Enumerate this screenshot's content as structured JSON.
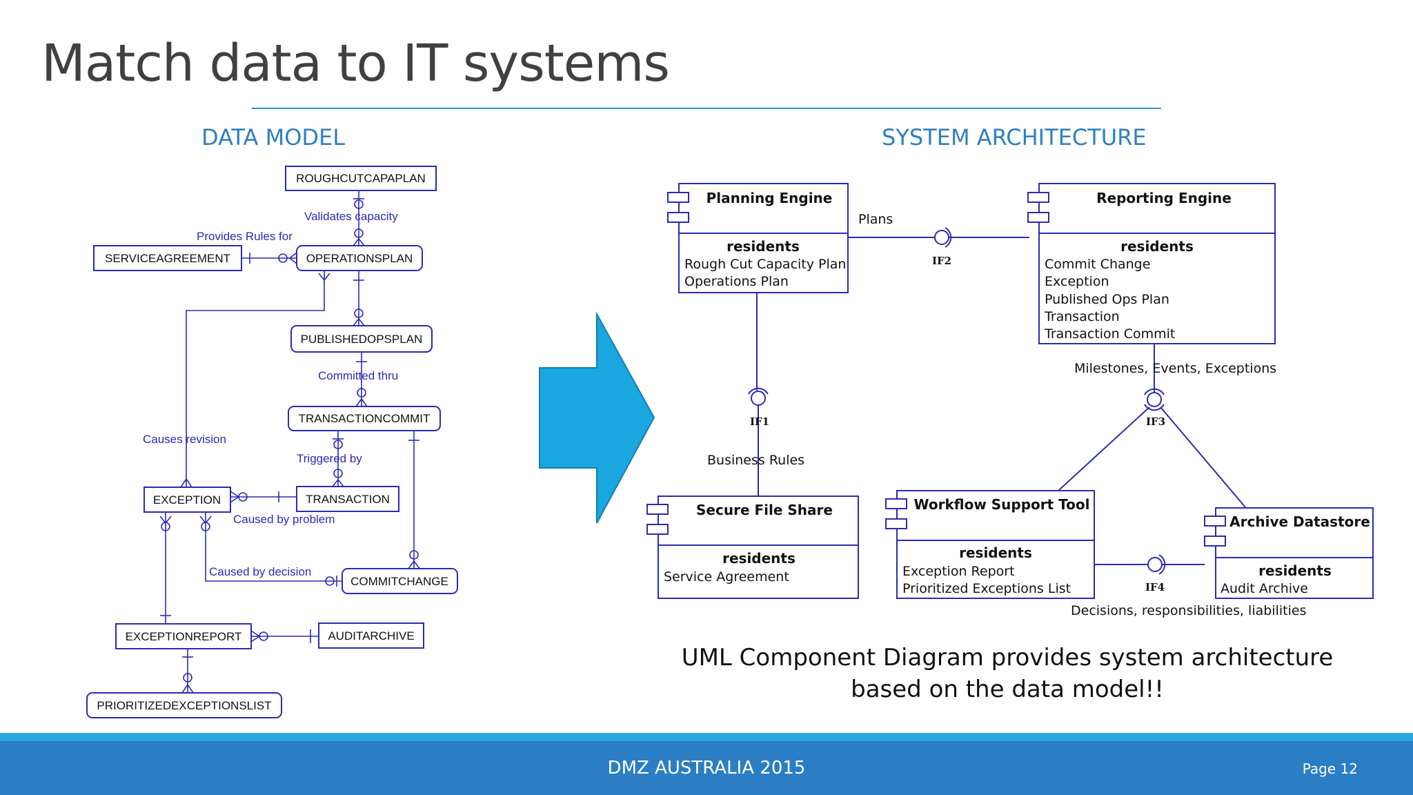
{
  "slide": {
    "title": "Match data to IT systems",
    "data_model_heading": "DATA MODEL",
    "architecture_heading": "SYSTEM ARCHITECTURE",
    "caption_line1": "UML Component Diagram provides system architecture",
    "caption_line2": "based on the data model!!"
  },
  "data_model": {
    "entities": {
      "roughcut": "ROUGHCUTCAPAPLAN",
      "serviceagreement": "SERVICEAGREEMENT",
      "operationsplan": "OPERATIONSPLAN",
      "publishedopsplan": "PUBLISHEDOPSPLAN",
      "transactioncommit": "TRANSACTIONCOMMIT",
      "exception": "EXCEPTION",
      "transaction": "TRANSACTION",
      "commitchange": "COMMITCHANGE",
      "exceptionreport": "EXCEPTIONREPORT",
      "auditarchive": "AUDITARCHIVE",
      "prioritizedexceptionslist": "PRIORITIZEDEXCEPTIONSLIST"
    },
    "relationships": {
      "validates_capacity": "Validates capacity",
      "provides_rules_for": "Provides Rules for",
      "committed_thru": "Committed thru",
      "causes_revision": "Causes revision",
      "triggered_by": "Triggered by",
      "caused_by_problem": "Caused by problem",
      "caused_by_decision": "Caused by decision"
    }
  },
  "architecture": {
    "residents_label": "residents",
    "components": {
      "planning_engine": {
        "name": "Planning Engine",
        "items": [
          "Rough Cut Capacity Plan",
          "Operations Plan"
        ]
      },
      "reporting_engine": {
        "name": "Reporting Engine",
        "items": [
          "Commit Change",
          "Exception",
          "Published Ops Plan",
          "Transaction",
          "Transaction Commit"
        ]
      },
      "secure_file_share": {
        "name": "Secure File Share",
        "items": [
          "Service Agreement"
        ]
      },
      "workflow_support_tool": {
        "name": "Workflow Support Tool",
        "items": [
          "Exception Report",
          "Prioritized Exceptions List"
        ]
      },
      "archive_datastore": {
        "name": "Archive Datastore",
        "items": [
          "Audit Archive"
        ]
      }
    },
    "interfaces": {
      "if1": "IF1",
      "if2": "IF2",
      "if3": "IF3",
      "if4": "IF4"
    },
    "connectors": {
      "plans": "Plans",
      "business_rules": "Business Rules",
      "milestones": "Milestones, Events, Exceptions",
      "decisions": "Decisions, responsibilities, liabilities"
    }
  },
  "footer": {
    "text": "DMZ AUSTRALIA 2015",
    "page": "Page 12"
  },
  "colors": {
    "accent": "#2f7fbf",
    "arrow": "#1aa7e0",
    "diagram_line": "#2a2ab4",
    "footer": "#2b7ec4"
  }
}
